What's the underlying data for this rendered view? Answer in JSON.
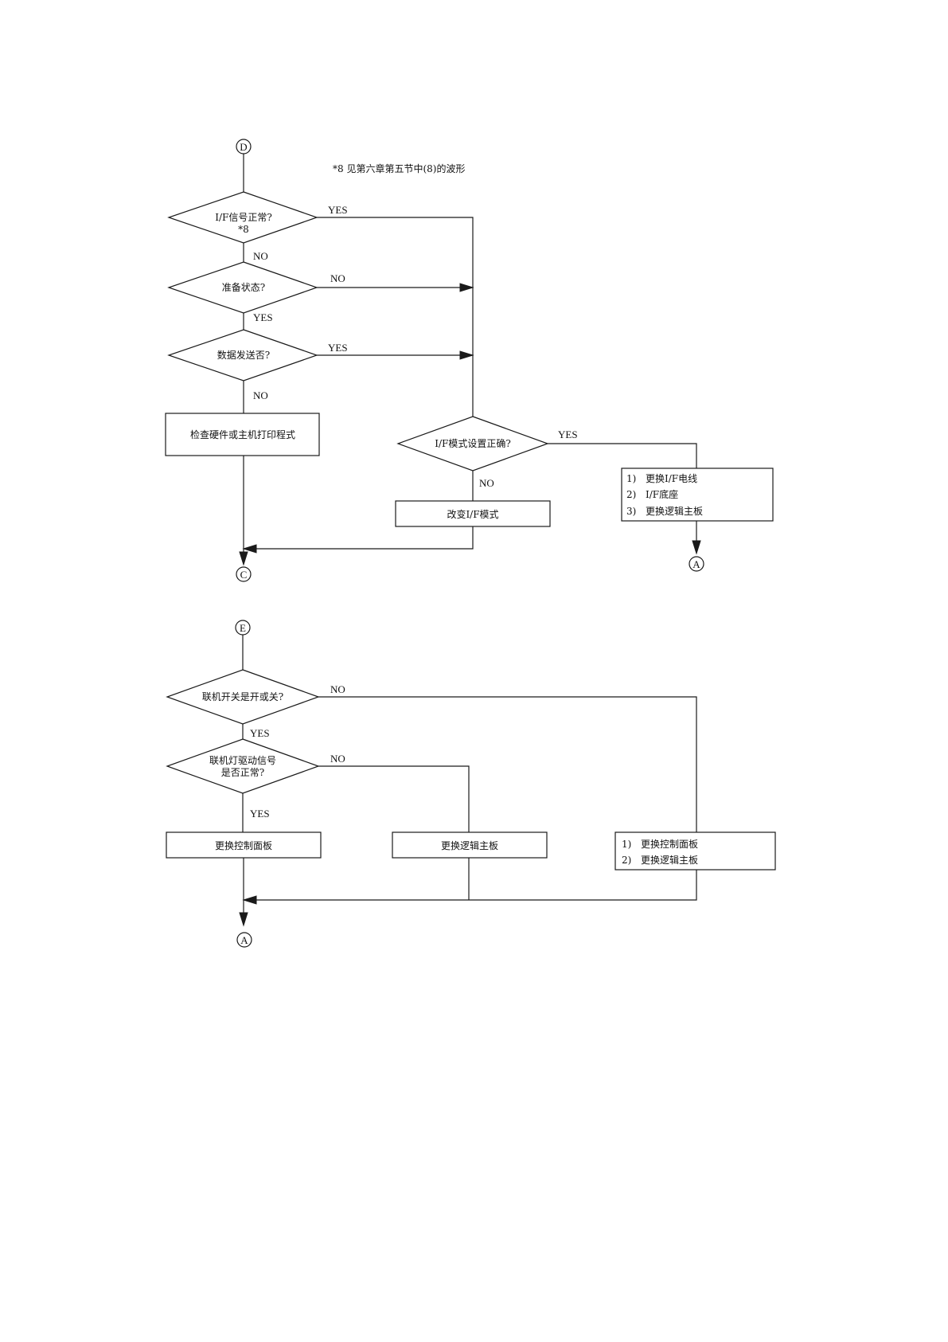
{
  "note": "*8 见第六章第五节中(8)的波形",
  "connectors": {
    "d_top": "D",
    "c_bottom": "C",
    "a_right": "A",
    "e_top": "E",
    "a_bottom": "A"
  },
  "labels": {
    "yes": "YES",
    "no": "NO"
  },
  "flow1": {
    "decision_if_signal": "I/F信号正常?",
    "decision_if_signal_ref": "*8",
    "decision_ready": "准备状态?",
    "decision_data_sent": "数据发送否?",
    "process_check": "检查硬件或主机打印程式",
    "decision_if_mode": "I/F模式设置正确?",
    "process_change_mode": "改变I/F模式",
    "list_items": [
      {
        "num": "1)",
        "text": "更换I/F电线"
      },
      {
        "num": "2)",
        "text": "I/F底座"
      },
      {
        "num": "3)",
        "text": "更换逻辑主板"
      }
    ]
  },
  "flow2": {
    "decision_online_switch": "联机开关是开或关?",
    "decision_lamp_line1": "联机灯驱动信号",
    "decision_lamp_line2": "是否正常?",
    "process_replace_panel": "更换控制面板",
    "process_replace_logic": "更换逻辑主板",
    "list_items": [
      {
        "num": "1)",
        "text": "更换控制面板"
      },
      {
        "num": "2)",
        "text": "更换逻辑主板"
      }
    ]
  }
}
